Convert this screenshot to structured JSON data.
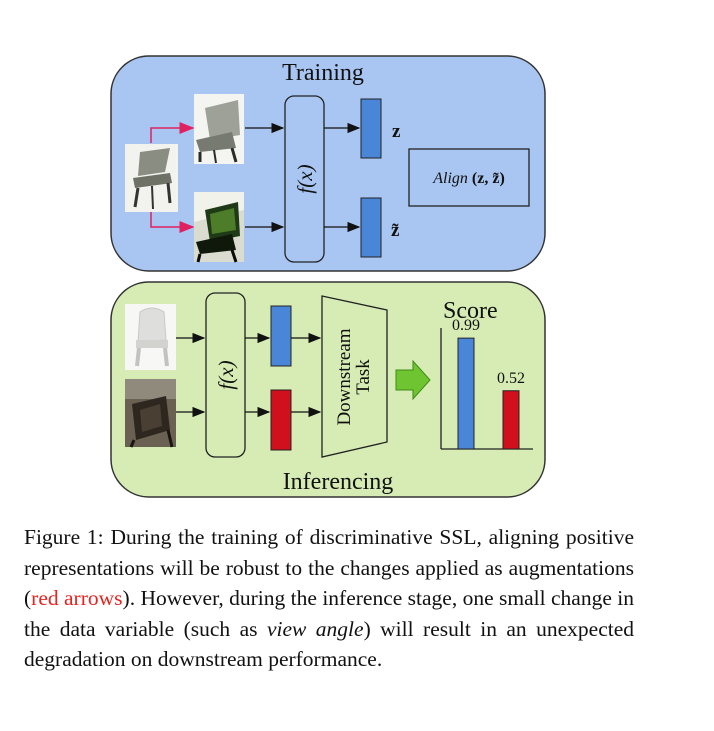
{
  "training": {
    "title": "Training",
    "encoder_label": "f(x)",
    "output_top": "z",
    "output_bottom": "z̃",
    "align_fn": "Align",
    "align_args": "(z, z̃)"
  },
  "inferencing": {
    "title": "Inferencing",
    "encoder_label": "f(x)",
    "task_line1": "Downstream",
    "task_line2": "Task",
    "score": {
      "title": "Score",
      "bars": [
        {
          "value": 0.99,
          "label": "0.99",
          "color": "#4a86d8"
        },
        {
          "value": 0.52,
          "label": "0.52",
          "color": "#d0101c"
        }
      ]
    }
  },
  "colors": {
    "training_bg": "#a9c6f2",
    "inferencing_bg": "#d6ecb4",
    "augmentation_arrow": "#e02060",
    "feature_blue": "#4a86d8",
    "feature_red": "#d0101c",
    "arrow_green": "#6ec531"
  },
  "caption": {
    "part1": "Figure 1: During the training of discriminative SSL, aligning positive representations will be robust to the changes applied as augmentations (",
    "red_text": "red arrows",
    "part2": "). However, during the inference stage, one small change in the data variable (such as ",
    "italic_text": "view angle",
    "part3": ") will result in an unexpected degradation on downstream performance."
  }
}
